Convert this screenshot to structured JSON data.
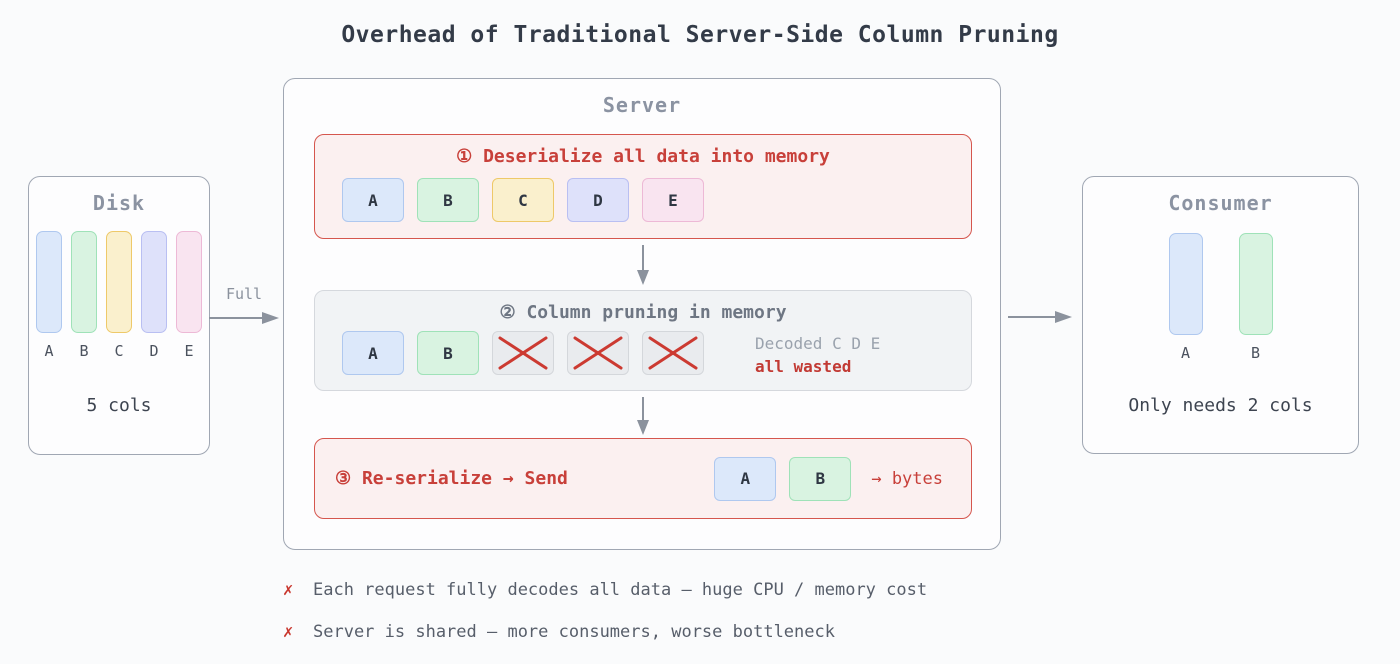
{
  "title": "Overhead of Traditional Server-Side Column Pruning",
  "disk": {
    "title": "Disk",
    "caption": "5 cols",
    "columns": [
      {
        "label": "A",
        "color": "a"
      },
      {
        "label": "B",
        "color": "b"
      },
      {
        "label": "C",
        "color": "c"
      },
      {
        "label": "D",
        "color": "d"
      },
      {
        "label": "E",
        "color": "e"
      }
    ]
  },
  "full_arrow_label": "Full",
  "server": {
    "title": "Server",
    "step1": {
      "title": "① Deserialize all data into memory",
      "chips": [
        {
          "label": "A",
          "color": "a"
        },
        {
          "label": "B",
          "color": "b"
        },
        {
          "label": "C",
          "color": "c"
        },
        {
          "label": "D",
          "color": "d"
        },
        {
          "label": "E",
          "color": "e"
        }
      ]
    },
    "step2": {
      "title": "② Column pruning in memory",
      "kept_chips": [
        {
          "label": "A",
          "color": "a"
        },
        {
          "label": "B",
          "color": "b"
        }
      ],
      "pruned_count": 3,
      "note_line1": "Decoded C D E",
      "note_line2": "all wasted"
    },
    "step3": {
      "title": "③ Re-serialize → Send",
      "chips": [
        {
          "label": "A",
          "color": "a"
        },
        {
          "label": "B",
          "color": "b"
        }
      ],
      "result": "→ bytes"
    }
  },
  "consumer": {
    "title": "Consumer",
    "caption": "Only needs 2 cols",
    "columns": [
      {
        "label": "A",
        "color": "a"
      },
      {
        "label": "B",
        "color": "b"
      }
    ]
  },
  "footnotes": [
    {
      "mark": "✗",
      "text": "Each request fully decodes all data — huge CPU / memory cost"
    },
    {
      "mark": "✗",
      "text": "Server is shared — more consumers, worse bottleneck"
    }
  ],
  "colors": {
    "accent_red": "#c8403a",
    "title_text": "#333b48",
    "box_title_text": "#8b93a2",
    "arrow_gray": "#8b929d",
    "chips": {
      "a": {
        "bg": "#dce8fa",
        "border": "#afc8ef"
      },
      "b": {
        "bg": "#d9f3e1",
        "border": "#9fe2b8"
      },
      "c": {
        "bg": "#faf0cd",
        "border": "#eec969"
      },
      "d": {
        "bg": "#dee1fa",
        "border": "#b9bff2"
      },
      "e": {
        "bg": "#f9e4f0",
        "border": "#edb9d6"
      },
      "pruned": {
        "bg": "#e9ebee",
        "border": "#d4d7db"
      }
    }
  }
}
